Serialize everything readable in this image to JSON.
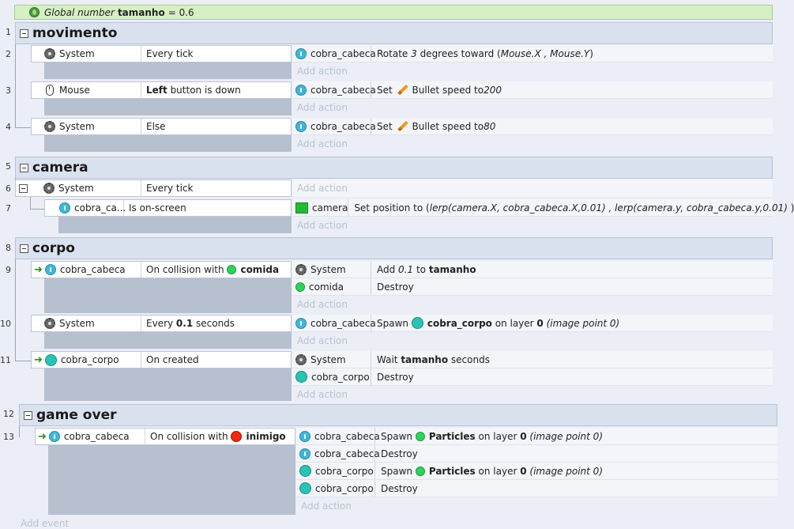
{
  "global": {
    "label": "Global number",
    "name": "tamanho",
    "eq": "= 0.6"
  },
  "groups": [
    {
      "num": "1",
      "title": "movimento"
    },
    {
      "num": "5",
      "title": "camera"
    },
    {
      "num": "8",
      "title": "corpo"
    },
    {
      "num": "12",
      "title": "game over"
    }
  ],
  "lines": [
    "2",
    "3",
    "4",
    "6",
    "7",
    "9",
    "10",
    "11",
    "13"
  ],
  "add_action": "Add action",
  "add_event": "Add event",
  "e2": {
    "obj": "System",
    "cond": "Every tick",
    "a1_obj": "cobra_cabeca",
    "a1_pre": "Rotate ",
    "a1_num": "3",
    "a1_mid": " degrees toward (",
    "a1_args": "Mouse.X , Mouse.Y",
    "a1_post": ")"
  },
  "e3": {
    "obj": "Mouse",
    "cond_b": "Left",
    "cond_r": " button is down",
    "a1_obj": "cobra_cabeca",
    "a1_set": "Set",
    "a1_beh": "Bullet speed to ",
    "a1_val": "200"
  },
  "e4": {
    "obj": "System",
    "cond": "Else",
    "a1_obj": "cobra_cabeca",
    "a1_set": "Set",
    "a1_beh": "Bullet speed to ",
    "a1_val": "80"
  },
  "e6": {
    "obj": "System",
    "cond": "Every tick"
  },
  "e7": {
    "obj": "cobra_ca...",
    "cond": "Is on-screen",
    "a1_obj": "camera",
    "a1_pre": "Set position to (",
    "a1_args": "lerp(camera.X, cobra_cabeca.X,0.01) , lerp(camera.y, cobra_cabeca.y,0.01) ",
    "a1_post": ")"
  },
  "e9": {
    "obj": "cobra_cabeca",
    "cond_pre": "On collision with ",
    "cond_obj": "comida",
    "a1_obj": "System",
    "a1_pre": "Add ",
    "a1_num": "0.1",
    "a1_mid": " to ",
    "a1_b": "tamanho",
    "a2_obj": "comida",
    "a2_txt": "Destroy"
  },
  "e10": {
    "obj": "System",
    "cond_pre": "Every ",
    "cond_b": "0.1",
    "cond_post": " seconds",
    "a1_obj": "cobra_cabeca",
    "a1_pre": "Spawn ",
    "a1_b": "cobra_corpo",
    "a1_mid": " on layer ",
    "a1_layer": "0",
    "a1_it": "(image point 0)"
  },
  "e11": {
    "obj": "cobra_corpo",
    "cond": "On created",
    "a1_obj": "System",
    "a1_pre": "Wait ",
    "a1_b": "tamanho",
    "a1_post": " seconds",
    "a2_obj": "cobra_corpo",
    "a2_txt": "Destroy"
  },
  "e13": {
    "obj": "cobra_cabeca",
    "cond_pre": "On collision with ",
    "cond_obj": "inimigo",
    "a1_obj": "cobra_cabeca",
    "a1_pre": "Spawn ",
    "a1_b": "Particles",
    "a1_mid": " on layer ",
    "a1_layer": "0",
    "a1_it": "(image point 0)",
    "a2_obj": "cobra_cabeca",
    "a2_txt": "Destroy",
    "a3_obj": "cobra_corpo",
    "a3_pre": "Spawn ",
    "a3_b": "Particles",
    "a3_mid": " on layer ",
    "a3_layer": "0",
    "a3_it": "(image point 0)",
    "a4_obj": "cobra_corpo",
    "a4_txt": "Destroy"
  }
}
